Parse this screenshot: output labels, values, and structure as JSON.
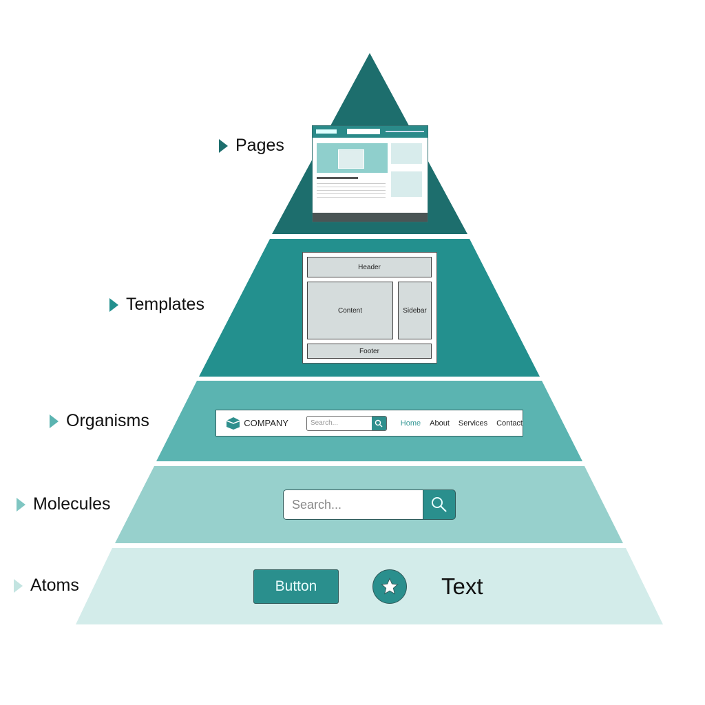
{
  "levels": [
    {
      "label": "Pages",
      "color": "#1d6e6d"
    },
    {
      "label": "Templates",
      "color": "#23908e"
    },
    {
      "label": "Organisms",
      "color": "#5bb4b1"
    },
    {
      "label": "Molecules",
      "color": "#97d0cc"
    },
    {
      "label": "Atoms",
      "color": "#d3ecea"
    }
  ],
  "templates": {
    "header": "Header",
    "content": "Content",
    "sidebar": "Sidebar",
    "footer": "Footer"
  },
  "organisms": {
    "company": "COMPANY",
    "search_placeholder": "Search...",
    "nav": [
      "Home",
      "About",
      "Services",
      "Contact"
    ],
    "active_color": "#3a9a98"
  },
  "molecules": {
    "search_placeholder": "Search..."
  },
  "atoms": {
    "button": "Button",
    "icon": "star-icon",
    "text": "Text"
  }
}
